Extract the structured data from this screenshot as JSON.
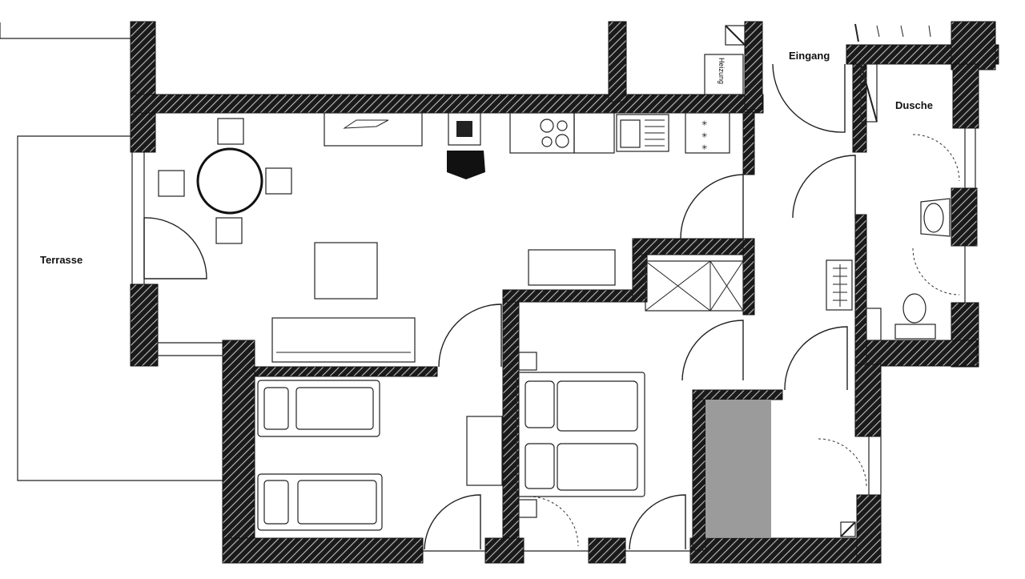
{
  "labels": {
    "terrasse": "Terrasse",
    "eingang": "Eingang",
    "dusche": "Dusche",
    "heizung": "Heizung"
  },
  "colors": {
    "wall": "#1a1a1a",
    "hatch": "#bdbdbd",
    "storage_fill": "#9b9b9b",
    "line": "#222222"
  }
}
